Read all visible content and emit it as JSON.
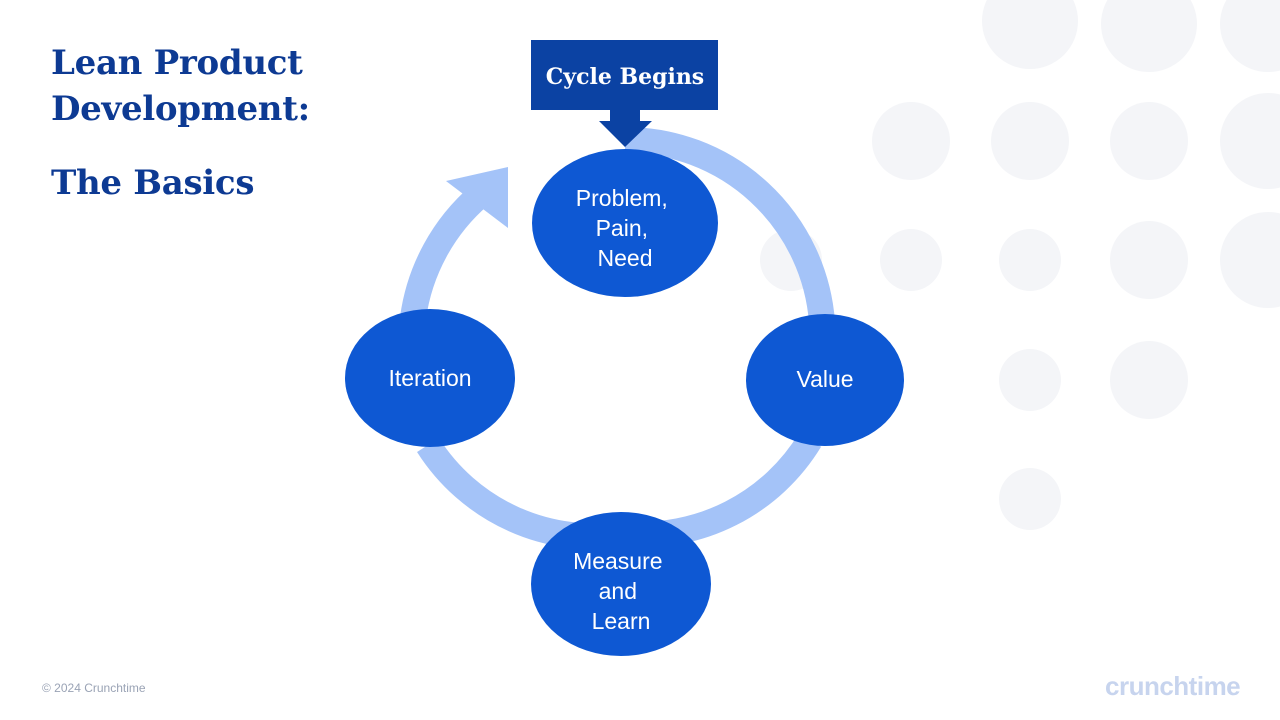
{
  "slide": {
    "title": "Lean Product Development:",
    "subtitle": "The Basics",
    "footer": {
      "copyright": "© 2024 Crunchtime",
      "logo_text": "crunchtime"
    }
  },
  "diagram": {
    "banner": "Cycle Begins",
    "nodes": [
      {
        "id": "problem",
        "lines": [
          "Problem,",
          "Pain,",
          "Need"
        ]
      },
      {
        "id": "value",
        "lines": [
          "Value"
        ]
      },
      {
        "id": "measure",
        "lines": [
          "Measure",
          "and",
          "Learn"
        ]
      },
      {
        "id": "iteration",
        "lines": [
          "Iteration"
        ]
      }
    ]
  },
  "colors": {
    "title": "#0d3a93",
    "node_fill": "#0e58d3",
    "banner_fill": "#0b42a3",
    "ring": "#a4c3f8",
    "decor_dots": "#f4f5f8",
    "logo": "#c7d4ee"
  }
}
